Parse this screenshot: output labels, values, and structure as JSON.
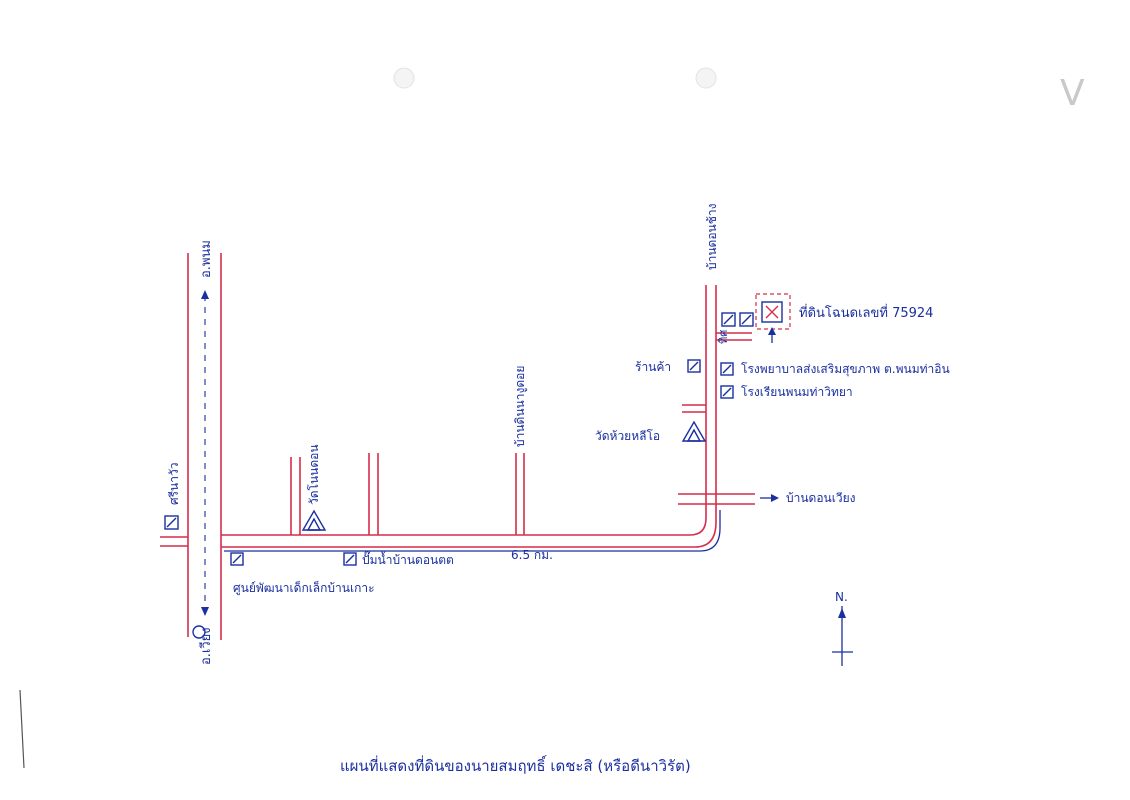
{
  "title": "แผนที่แสดงที่ดินของนายสมฤทธิ์ เดชะสิ (หรือดีนาวิรัต)",
  "colors": {
    "road": "#d62d4a",
    "ink": "#1a2fa0",
    "paper": "#ffffff"
  },
  "roads": {
    "north_west": "อ.พนม",
    "south_west": "อ.เวียง",
    "north_east": "บ้านดอนช้าง",
    "east": "บ้านดอนเวียง",
    "branch": "บ้านดินนางูดอย"
  },
  "places": {
    "west_village": "ศรีนาวัว",
    "temple_west": "วัดโนนดอน",
    "temple_east": "วัดห้วยหลีโอ",
    "shop": "ร้านค้า",
    "hospital": "โรงพยาบาลส่งเสริมสุขภาพ ต.พนมท่าอิน",
    "school": "โรงเรียนพนมท่าวิทยา",
    "health_station": "ปั๊มน้ำบ้านดอนตต",
    "center": "ศูนย์พัฒนาเด็กเล็กบ้านเกาะ",
    "distance": "6.5 กม."
  },
  "target": {
    "label": "ที่ดินโฉนดเลขที่ 75924",
    "arrow_label": "ทิศ"
  },
  "north_label": "N.",
  "corner_mark": "V"
}
